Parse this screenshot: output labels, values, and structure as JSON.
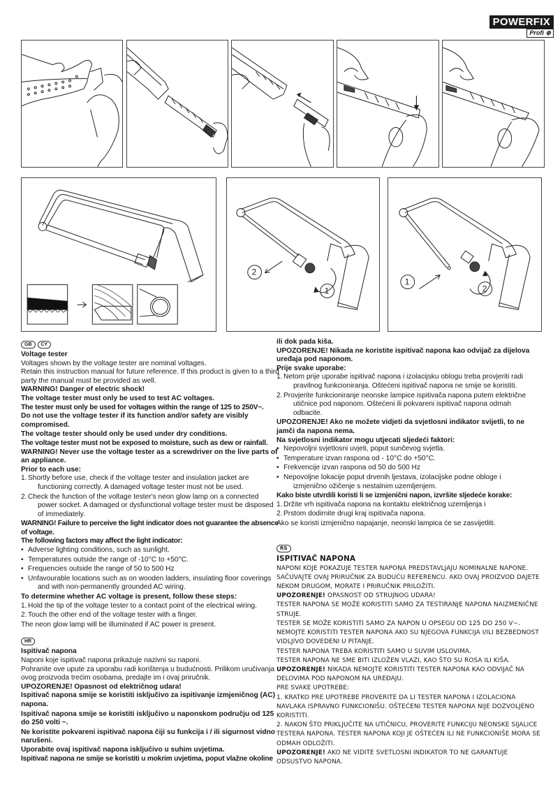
{
  "header": {
    "brand": "POWERFIX",
    "sub_brand": "Profi",
    "sub_brand_icon": "circle-plus-icon"
  },
  "figures": {
    "top_row": [
      {
        "id": "fig-1",
        "desc": "hand holding knife handle, snapping blade segment"
      },
      {
        "id": "fig-2",
        "desc": "blade removed from knife"
      },
      {
        "id": "fig-3",
        "desc": "inserting blade into knife, arrow"
      },
      {
        "id": "fig-4",
        "desc": "pressing blade lock, down arrow"
      },
      {
        "id": "fig-5",
        "desc": "knife with blade inserted"
      }
    ],
    "bottom_row": [
      {
        "id": "fig-6",
        "desc": "hacksaw with blade, wood and pipe insets"
      },
      {
        "id": "fig-7",
        "desc": "hacksaw blade removal",
        "labels": [
          "2",
          "1"
        ]
      },
      {
        "id": "fig-8",
        "desc": "hacksaw blade insertion",
        "labels": [
          "1",
          "2"
        ]
      }
    ]
  },
  "gb": {
    "badges": [
      "GB",
      "CY"
    ],
    "title": "Voltage tester",
    "p1": "Voltages shown by the voltage tester are nominal voltages.",
    "p2": "Retain this instruction manual for future reference. If this product is given to a third party the manual must be provided as well.",
    "w1": "WARNING! Danger of electric shock!",
    "w2": "The voltage tester must only be used  to test AC voltages.",
    "w3": "The tester must only be used for voltages within the range of 125 to 250V~.",
    "w4": "Do not use the voltage tester if its function and/or safety are visibly compromised.",
    "w5": "The voltage tester should only be used under dry conditions.",
    "w6": "The voltage tester must not be exposed to moisture, such as dew or rainfall.",
    "w7": "WARNING! Never use the voltage tester as a screwdriver on the live parts of an appliance.",
    "prior_heading": "Prior to each use:",
    "prior_steps": [
      {
        "n": "1.",
        "first": "Shortly before use, check if the voltage tester and insulation jacket are",
        "rest": "functioning correctly. A damaged voltage tester must not be used."
      },
      {
        "n": "2.",
        "first": "Check the function of the voltage tester's neon glow lamp on a connected",
        "rest": "power socket. A damaged or dysfunctional voltage tester must be disposed of immediately."
      }
    ],
    "w8": "WARNING! Failure to perceive the light indicator does not guarantee the absence of voltage.",
    "factors_heading": "The following factors may affect the light indicator:",
    "factors": [
      "Adverse lighting conditions, such as sunlight.",
      "Temperatures outside the range of -10°C to +50°C.",
      "Frequencies outside the range of 50 to 500 Hz",
      "Unfavourable locations such as on wooden ladders, insulating floor coverings"
    ],
    "factor4_rest": "and with non-permanently grounded AC wiring.",
    "steps_heading": "To determine whether AC voltage is present, follow these steps:",
    "steps": [
      {
        "n": "1.",
        "t": "Hold the tip of the voltage tester to a contact point of the electrical wiring."
      },
      {
        "n": "2.",
        "t": "Touch the other end of the voltage tester with a finger."
      }
    ],
    "final": "The neon glow lamp will be illuminated if AC power is present."
  },
  "hr": {
    "badge": "HR",
    "title": "Ispitivač napona",
    "p1": "Naponi koje ispitivač napona prikazuje nazivni su naponi.",
    "p2": "Pohranite ove upute za uporabu radi korištenja u budućnosti. Prilikom uručivanja ovog proizvoda trećim osobama, predajte im i ovaj priručnik.",
    "w1": "UPOZORENJE! Opasnost od električnog udara!",
    "w2": "Ispitivač napona smije se koristiti isključivo za ispitivanje izmjeničnog (AC) napona.",
    "w3": "Ispitivač napona smije se koristiti isključivo u naponskom području od 125 do 250 volti ~.",
    "w4": "Ne koristite pokvareni ispitivač napona čiji su funkcija i / ili sigurnost vidno narušeni.",
    "w5": "Uporabite ovaj ispitivač napona isključivo u suhim uvjetima.",
    "w6": "Ispitivač napona ne smije se koristiti u mokrim uvjetima, poput vlažne okoline",
    "w6_cont": "ili dok pada kiša.",
    "w7": "UPOZORENJE! Nikada ne koristite ispitivač napona kao odvijač za dijelova uređaja pod naponom.",
    "prior_heading": "Prije svake uporabe:",
    "prior_steps": [
      {
        "n": "1.",
        "first": "Netom prije uporabe ispitivač napona i izolacijsku oblogu treba provjeriti radi",
        "rest": "pravilnog funkcioniranja. Oštećeni ispitivač napona ne smije se koristiti."
      },
      {
        "n": "2.",
        "first": "Provjerite funkcioniranje neonske lampice ispitivača napona putem električne",
        "rest": "utičnice pod naponom. Oštećeni ili pokvareni ispitivač napona odmah odbacite."
      }
    ],
    "w8": "UPOZORENJE! Ako ne možete vidjeti da svjetlosni indikator svijetli, to ne jamči da napona nema.",
    "factors_heading": "Na svjetlosni indikator mogu utjecati sljedeći faktori:",
    "factors": [
      "Nepovoljni svjetlosni uvjeti, poput sunčevog svjetla.",
      "Temperature izvan raspona od - 10°C do +50°C.",
      "Frekvencije izvan raspona od 50 do 500 Hz",
      "Nepovoljne lokacije poput drvenih ljestava, izolacijske podne obloge i"
    ],
    "factor4_rest": "izmjenično ožičenje s nestalnim uzemljenjem.",
    "steps_heading": "Kako biste utvrdili koristi li se izmjenični napon, izvršite sljedeće korake:",
    "steps": [
      {
        "n": "1.",
        "t": "Držite vrh ispitivača napona na kontaktu električnog uzemljenja i"
      },
      {
        "n": "2.",
        "t": "Prstom dodirnite drugi kraj ispitivača napona."
      }
    ],
    "final": "Ako se koristi izmjenično napajanje, neonski lampica će se zasvijetliti."
  },
  "rs": {
    "badge": "RS",
    "title": "ISPITIVAČ NAPONA",
    "lines": [
      {
        "bold": "",
        "text": "NAPONI KOJE POKAZUJE TESTER NAPONA PREDSTAVLJAJU NOMINALNE NAPONE."
      },
      {
        "bold": "",
        "text": "SAČUVAJTE OVAJ PRIRUČNIK ZA BUDUĆU REFERENCU. AKO OVAJ PROIZVOD DAJETE NEKOM DRUGOM, MORATE I PRIRUČNIK PRILOŽITI."
      },
      {
        "bold": "UPOZORENJE!",
        "text": " OPASNOST OD STRUJNOG UDARA!"
      },
      {
        "bold": "",
        "text": "TESTER NAPONA SE MOŽE KORISTITI SAMO ZA TESTIRANJE NAPONA NAIZMENIČNE STRUJE."
      },
      {
        "bold": "",
        "text": "TESTER SE MOŽE KORISTITI SAMO ZA NAPON U OPSEGU OD 125 DO 250 V~."
      },
      {
        "bold": "",
        "text": "NEMOJTE KORISTITI TESTER NAPONA AKO SU NJEGOVA FUNKCIJA I/ILI BEZBEDNOST VIDLJIVO DOVEDENI U PITANJE."
      },
      {
        "bold": "",
        "text": "TESTER NAPONA TREBA KORISTITI SAMO U SUVIM USLOVIMA."
      },
      {
        "bold": "",
        "text": "TESTER NAPONA NE SME BITI IZLOŽEN VLAZI, KAO ŠTO SU ROSA ILI KIŠA."
      },
      {
        "bold": "UPOZORENJE!",
        "text": " NIKADA NEMOJTE KORISTITI TESTER NAPONA KAO ODVIJAČ NA DELOVIMA POD NAPONOM NA UREĐAJU."
      },
      {
        "bold": "",
        "text": "PRE SVAKE UPOTREBE:"
      },
      {
        "bold": "",
        "text": "1. KRATKO PRE UPOTREBE PROVERITE DA LI TESTER NAPONA I IZOLACIONA NAVLAKA ISPRAVNO FUNKCIONIŠU. OŠTEĆENI TESTER NAPONA NIJE DOZVOLJENO KORISTITI."
      },
      {
        "bold": "",
        "text": "2. NAKON ŠTO PRIKLJUČITE NA UTIČNICU, PROVERITE FUNKCIJU NEONSKE SIJALICE TESTERA NAPONA. TESTER NAPONA KOJI JE OŠTEĆEN ILI NE FUNKCIONIŠE MORA SE ODMAH ODLOŽITI."
      },
      {
        "bold": "UPOZORENJE!",
        "text": " AKO NE VIDITE SVETLOSNI INDIKATOR TO NE GARANTUJE ODSUSTVO NAPONA."
      }
    ]
  }
}
